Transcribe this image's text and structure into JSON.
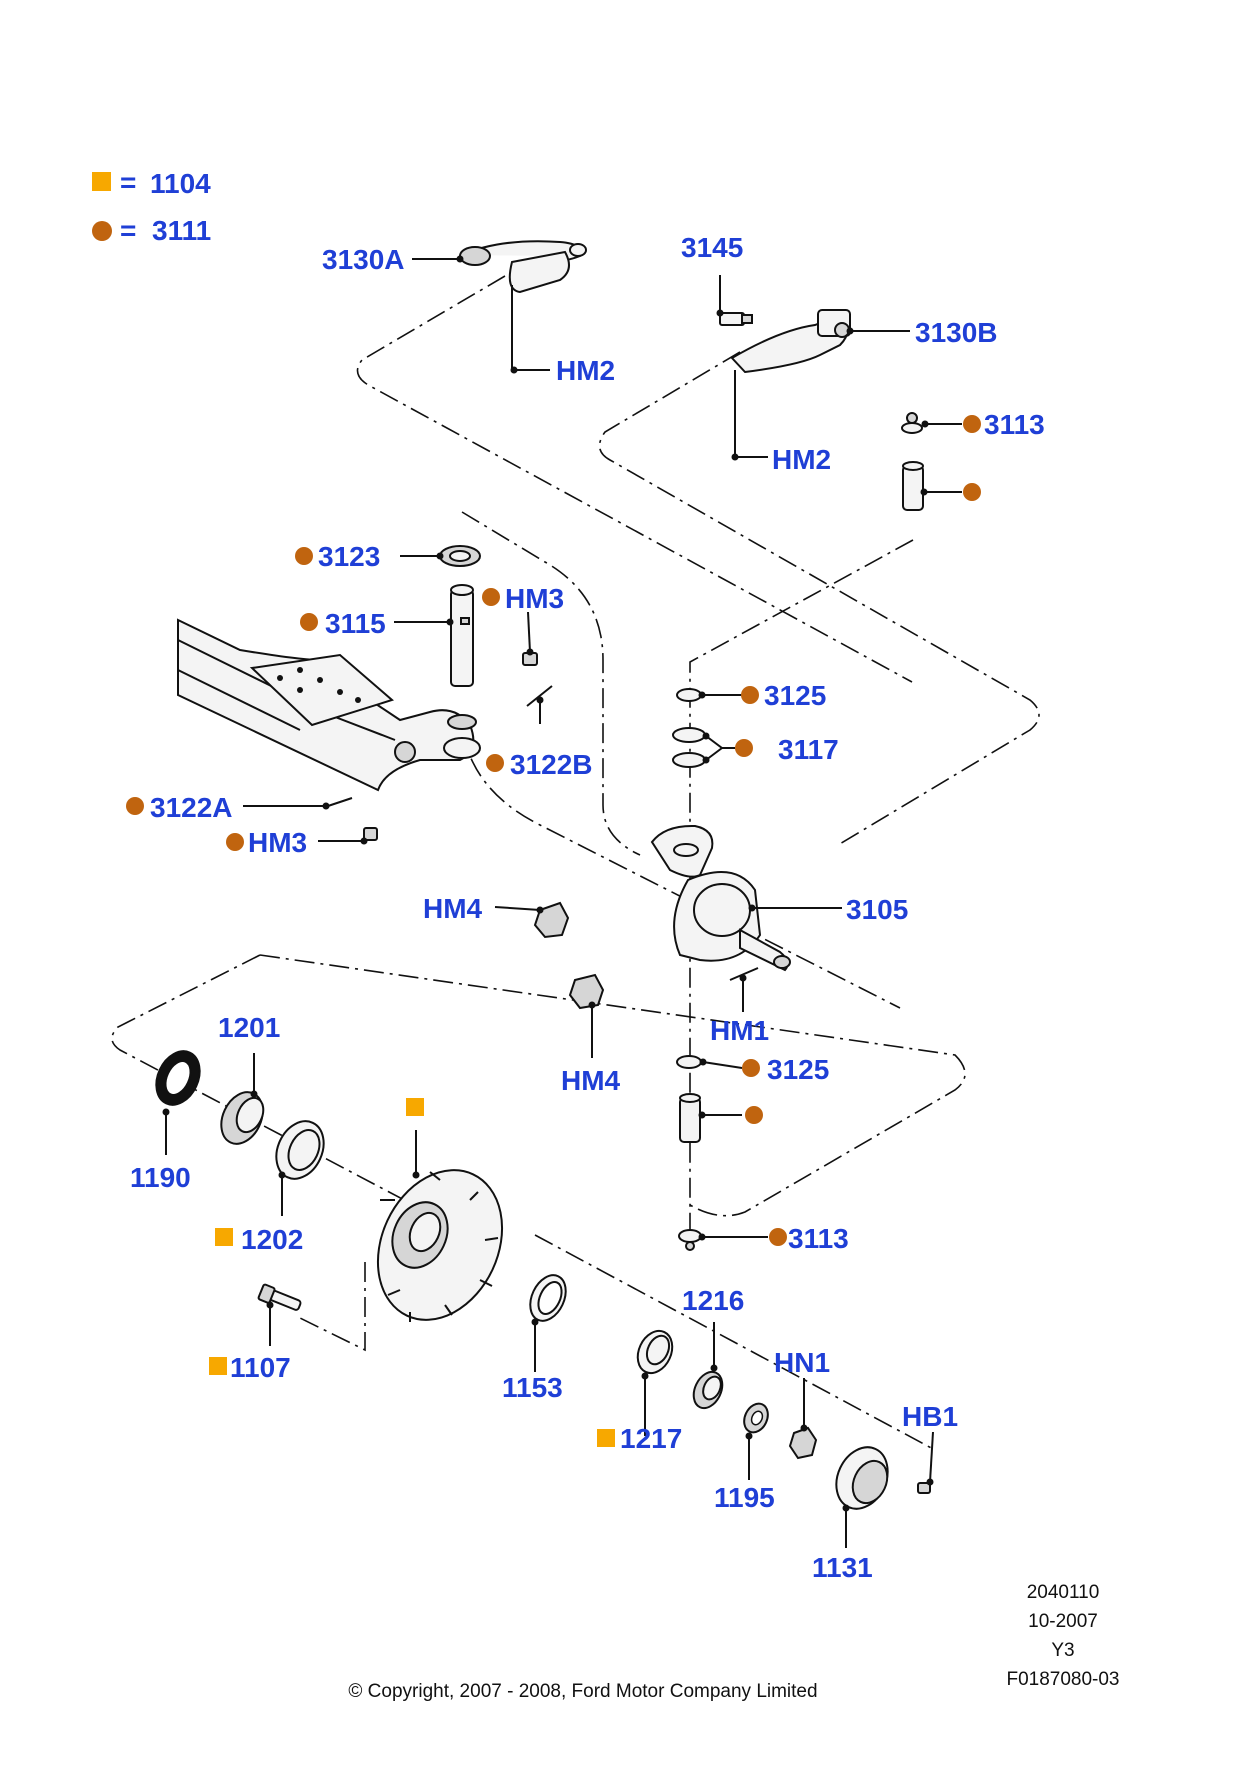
{
  "legend": {
    "square_label": "1104",
    "circle_label": "3111",
    "equals": "="
  },
  "colors": {
    "label": "#1f3fd6",
    "square_marker": "#f7a800",
    "circle_marker": "#c0640f",
    "line": "#111111"
  },
  "labels": {
    "l3130A": "3130A",
    "l3145": "3145",
    "l3130B": "3130B",
    "lHM2a": "HM2",
    "lHM2b": "HM2",
    "l3113a": "3113",
    "l3123": "3123",
    "lHM3a": "HM3",
    "l3115": "3115",
    "l3125a": "3125",
    "l3117": "3117",
    "l3122B": "3122B",
    "l3122A": "3122A",
    "lHM3b": "HM3",
    "lHM4a": "HM4",
    "l3105": "3105",
    "lHM1": "HM1",
    "lHM4b": "HM4",
    "l1201": "1201",
    "l3125b": "3125",
    "l1190": "1190",
    "l1202": "1202",
    "l3113b": "3113",
    "l1216": "1216",
    "l1107": "1107",
    "l1153": "1153",
    "lHN1": "HN1",
    "lHB1": "HB1",
    "l1217": "1217",
    "l1195": "1195",
    "l1131": "1131"
  },
  "meta": {
    "code1": "2040110",
    "date": "10-2007",
    "code2": "Y3",
    "code3": "F0187080-03",
    "copyright": "© Copyright, 2007 - 2008, Ford Motor Company Limited"
  }
}
